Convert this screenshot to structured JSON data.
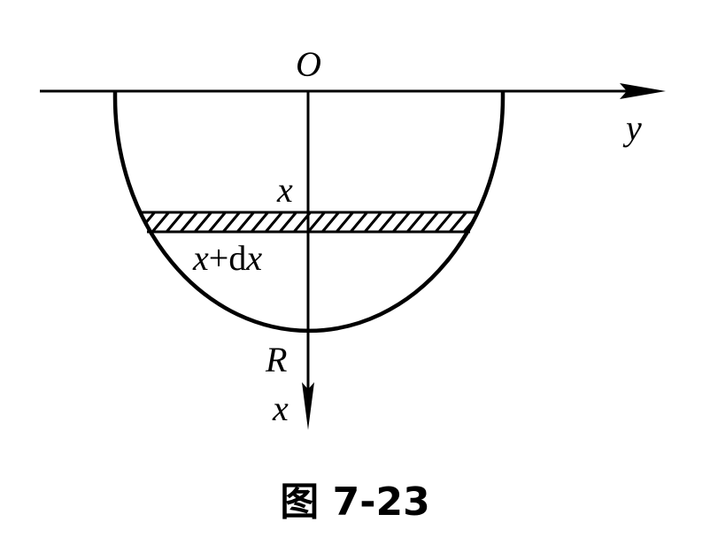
{
  "figure": {
    "origin_label": "O",
    "y_axis_label": "y",
    "x_axis_label": "x",
    "strip_top_label": "x",
    "strip_bottom_label_var": "x",
    "strip_bottom_label_plus": "+d",
    "strip_bottom_label_var2": "x",
    "radius_label": "R",
    "caption": "图 7-23"
  }
}
